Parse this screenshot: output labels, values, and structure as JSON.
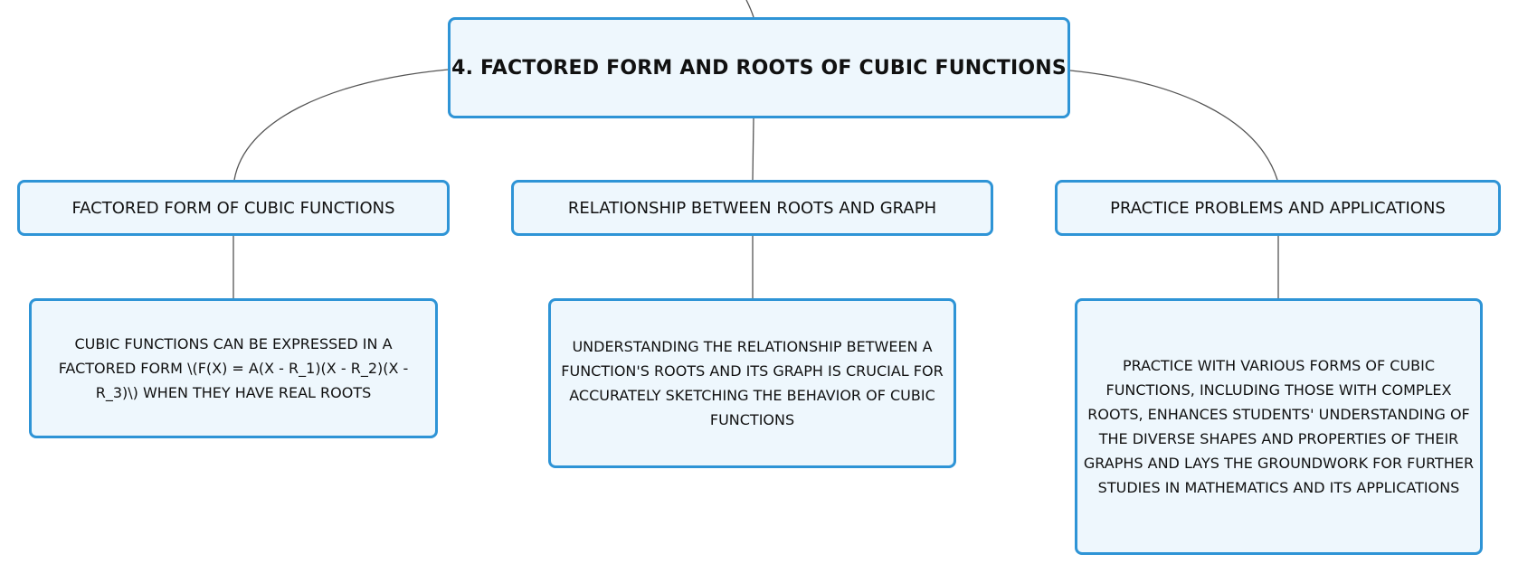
{
  "root": {
    "title": "4. FACTORED FORM AND ROOTS OF CUBIC FUNCTIONS"
  },
  "topics": [
    {
      "title": "FACTORED FORM OF CUBIC FUNCTIONS",
      "detail": "CUBIC FUNCTIONS CAN BE EXPRESSED IN A FACTORED FORM \\(F(X) = A(X - R_1)(X - R_2)(X - R_3)\\) WHEN THEY HAVE REAL ROOTS"
    },
    {
      "title": "RELATIONSHIP BETWEEN ROOTS AND GRAPH",
      "detail": "UNDERSTANDING THE RELATIONSHIP BETWEEN A FUNCTION'S ROOTS AND ITS GRAPH IS CRUCIAL FOR ACCURATELY SKETCHING THE BEHAVIOR OF CUBIC FUNCTIONS"
    },
    {
      "title": "PRACTICE PROBLEMS AND APPLICATIONS",
      "detail": "PRACTICE WITH VARIOUS FORMS OF CUBIC FUNCTIONS, INCLUDING THOSE WITH COMPLEX ROOTS, ENHANCES STUDENTS' UNDERSTANDING OF THE DIVERSE SHAPES AND PROPERTIES OF THEIR GRAPHS AND LAYS THE GROUNDWORK FOR FURTHER STUDIES IN MATHEMATICS AND ITS APPLICATIONS"
    }
  ],
  "colors": {
    "node_border": "#2e94d6",
    "node_fill": "#eef7fd",
    "connector": "#555555"
  }
}
